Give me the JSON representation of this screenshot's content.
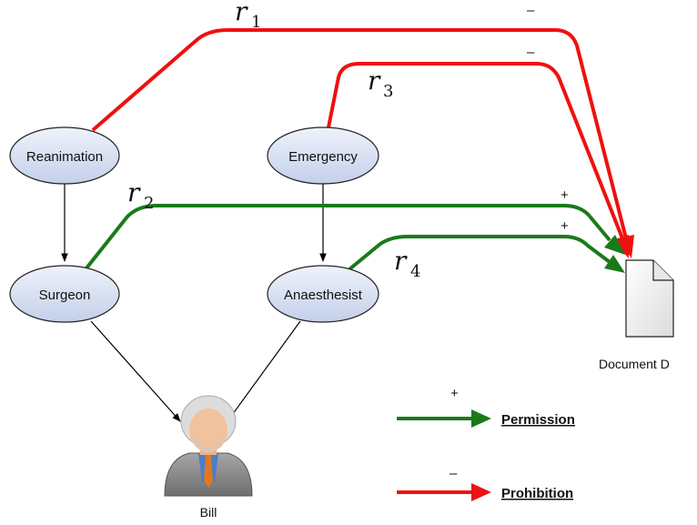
{
  "nodes": {
    "reanimation": "Reanimation",
    "emergency": "Emergency",
    "surgeon": "Surgeon",
    "anaesthesist": "Anaesthesist"
  },
  "user": {
    "name": "Bill",
    "icon": "person-icon"
  },
  "document": {
    "label": "Document D",
    "icon": "document-icon"
  },
  "rules": [
    {
      "base": "r",
      "index": "1",
      "sign": "–",
      "kind": "prohibition"
    },
    {
      "base": "r",
      "index": "2",
      "sign": "+",
      "kind": "permission"
    },
    {
      "base": "r",
      "index": "3",
      "sign": "–",
      "kind": "prohibition"
    },
    {
      "base": "r",
      "index": "4",
      "sign": "+",
      "kind": "permission"
    }
  ],
  "legend": {
    "permission": {
      "sign": "+",
      "label": "Permission",
      "color": "#1a7a1a"
    },
    "prohibition": {
      "sign": "–",
      "label": "Prohibition",
      "color": "#f01010"
    }
  },
  "colors": {
    "node_fill": "#d6deef",
    "node_stroke": "#222222",
    "permission": "#1a7a1a",
    "prohibition": "#f01010"
  }
}
